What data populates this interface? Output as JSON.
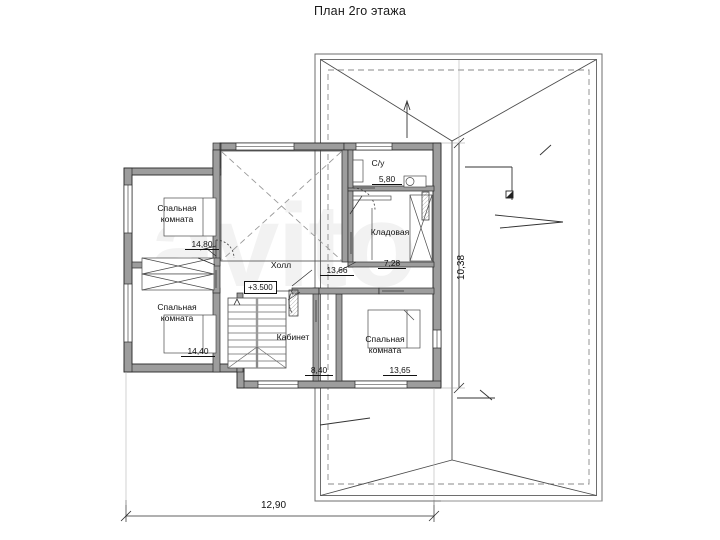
{
  "page": {
    "title": "План 2го этажа",
    "watermark": "avito",
    "background_color": "#ffffff",
    "line_color": "#111111",
    "wall_fill_color": "#9a9a9a",
    "roof_line_color": "#707070"
  },
  "plan": {
    "level_mark": "+3.500",
    "rooms": [
      {
        "id": "bedroom-top-left",
        "name": "Спальная\nкомната",
        "area": "14,80"
      },
      {
        "id": "bedroom-bottom-left",
        "name": "Спальная\nкомната",
        "area": "14,40"
      },
      {
        "id": "hall",
        "name": "Холл",
        "area": "13,66"
      },
      {
        "id": "bathroom",
        "name": "С/у",
        "area": "5,80"
      },
      {
        "id": "storage",
        "name": "Кладовая",
        "area": "7,28"
      },
      {
        "id": "office",
        "name": "Кабинет",
        "area": "8,40"
      },
      {
        "id": "bedroom-right",
        "name": "Спальная\nкомната",
        "area": "13,65"
      }
    ],
    "dimensions": {
      "vertical": "10,38",
      "horizontal": "12,90"
    }
  }
}
